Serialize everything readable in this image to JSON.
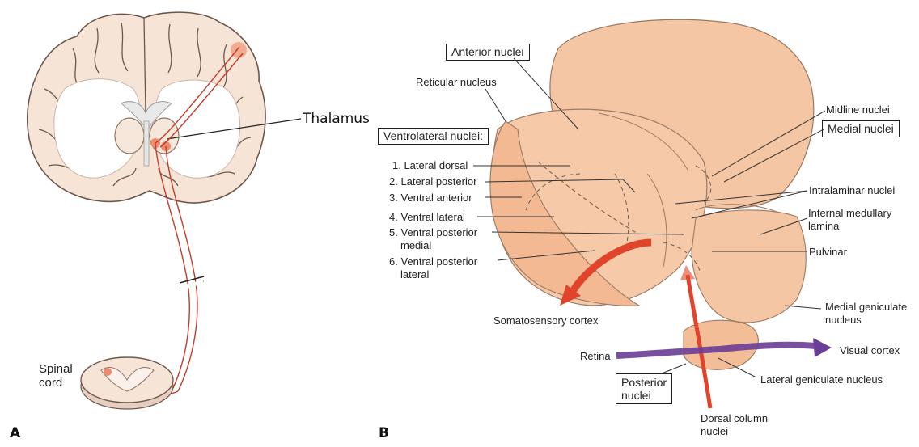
{
  "panels": {
    "a": "A",
    "b": "B"
  },
  "panel_a": {
    "thalamus": "Thalamus",
    "spinal_line1": "Spinal",
    "spinal_line2": "cord"
  },
  "panel_b": {
    "anterior_nuclei": "Anterior nuclei",
    "reticular_nucleus": "Reticular nucleus",
    "ventrolateral_nuclei": "Ventrolateral nuclei:",
    "vl_items": [
      "1. Lateral dorsal",
      "2. Lateral posterior",
      "3. Ventral anterior",
      "4. Ventral lateral",
      "5. Ventral posterior",
      "medial",
      "6. Ventral posterior",
      "lateral"
    ],
    "midline_nuclei": "Midline nuclei",
    "medial_nuclei": "Medial nuclei",
    "intralaminar_nuclei": "Intralaminar nuclei",
    "internal_medullary_1": "Internal medullary",
    "internal_medullary_2": "lamina",
    "pulvinar": "Pulvinar",
    "medial_geniculate_1": "Medial geniculate",
    "medial_geniculate_2": "nucleus",
    "somatosensory_cortex": "Somatosensory cortex",
    "retina": "Retina",
    "visual_cortex": "Visual cortex",
    "posterior_nuclei_1": "Posterior",
    "posterior_nuclei_2": "nuclei",
    "lateral_geniculate": "Lateral geniculate nucleus",
    "dorsal_column_1": "Dorsal column",
    "dorsal_column_2": "nuclei"
  },
  "colors": {
    "tissue": "#f7e6da",
    "tissue_stroke": "#7a5a48",
    "thalamus_fill": "#f4bf9c",
    "thalamus_dark": "#e8a67f",
    "pathway_red": "#e0442a",
    "visual_purple": "#6a3d96"
  }
}
